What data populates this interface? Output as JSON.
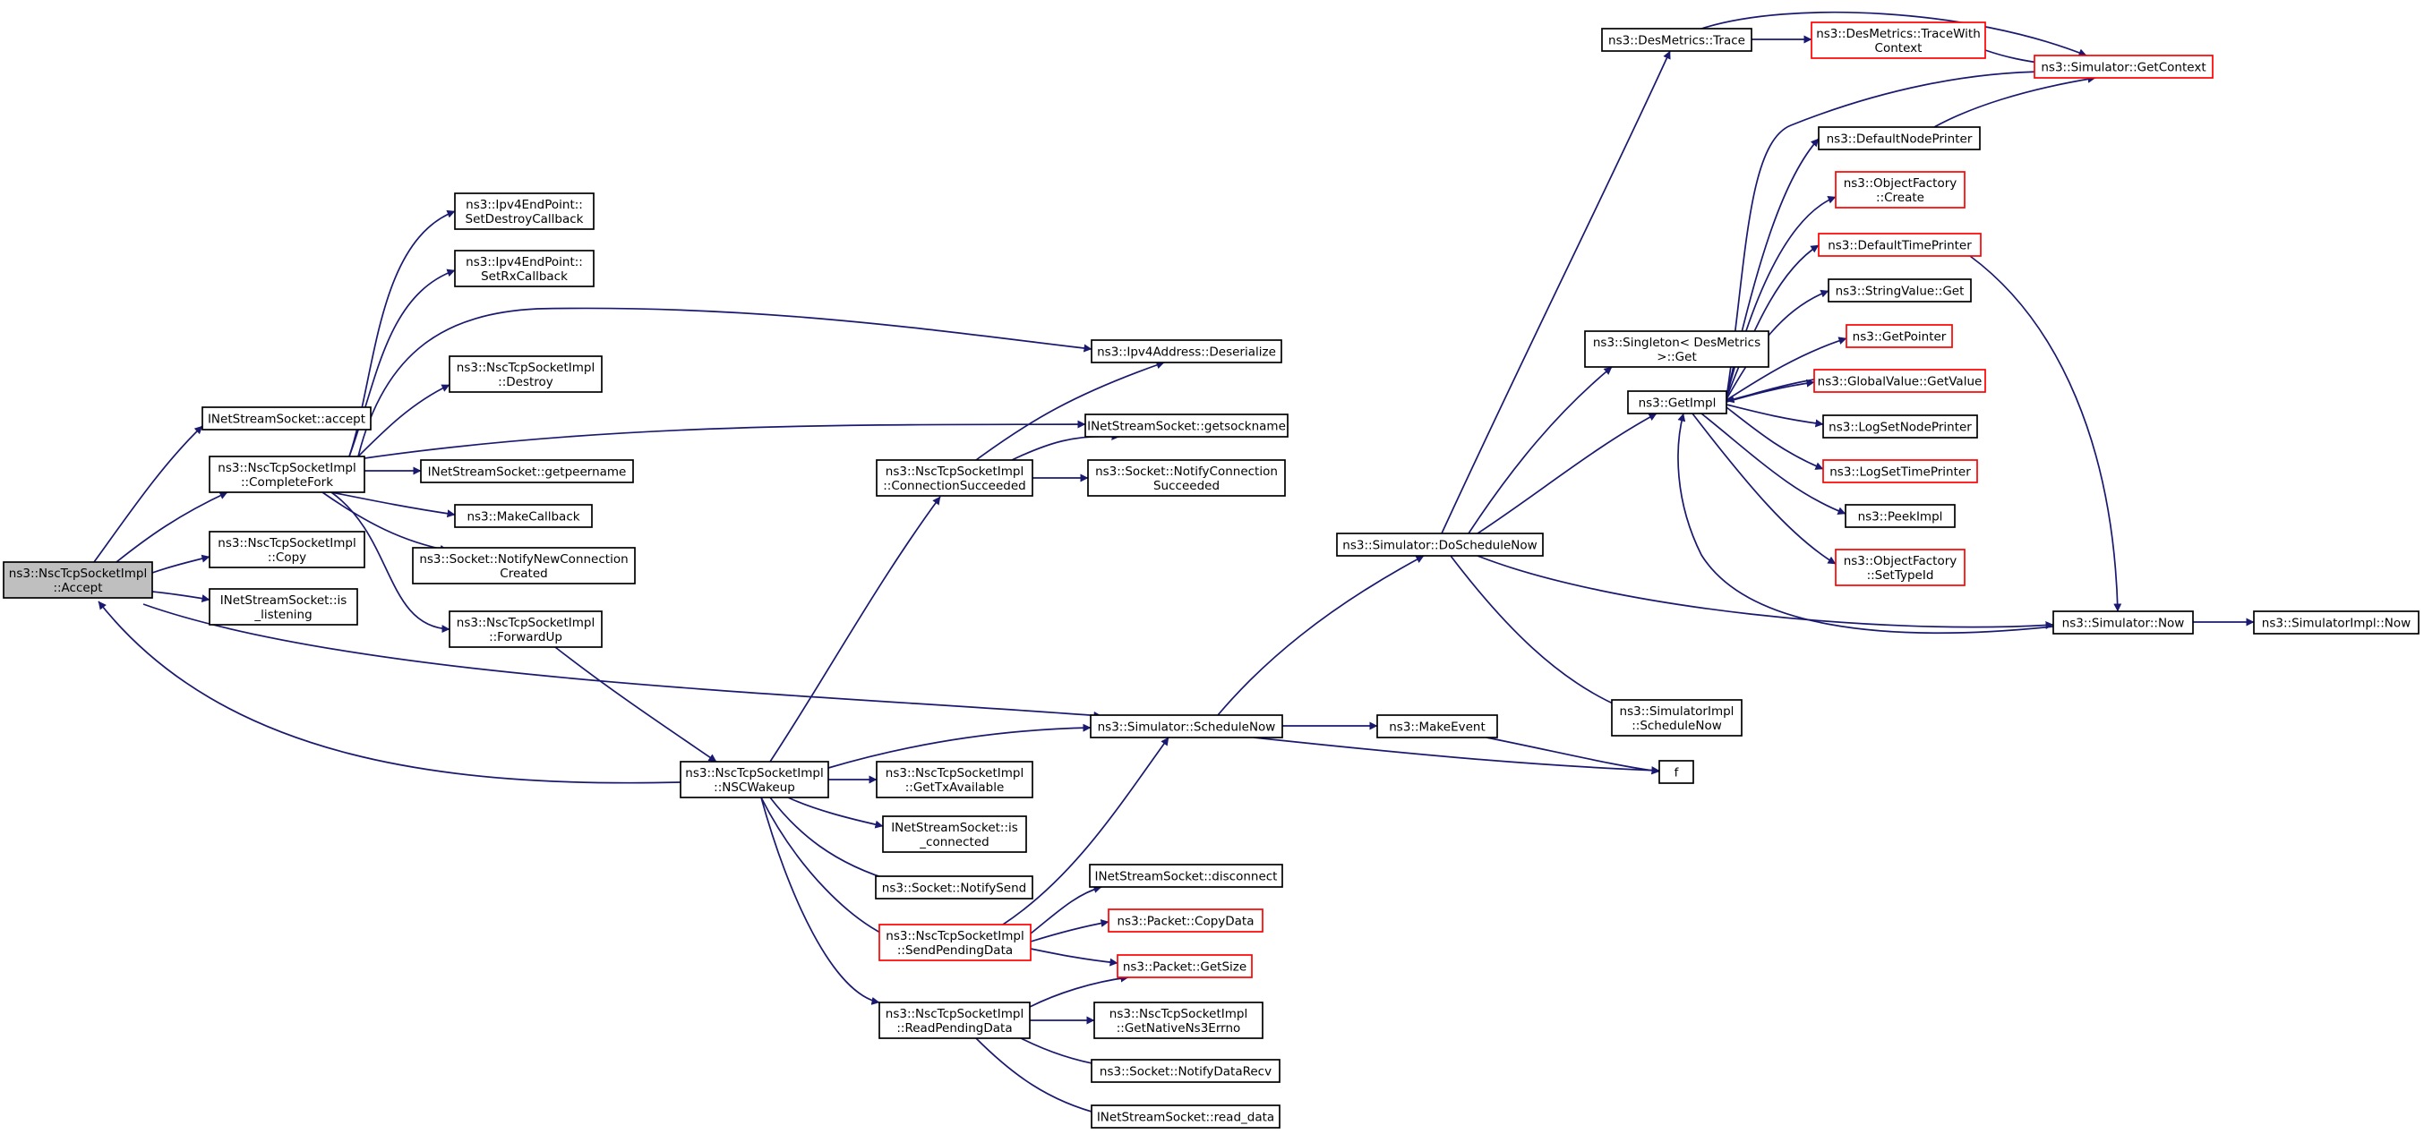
{
  "graph": {
    "edge_color": "#191970",
    "root_fill": "#bfbfbf",
    "truncated_border_color": "#ff0000",
    "nodes": [
      {
        "id": "accept_root",
        "lines": [
          "ns3::NscTcpSocketImpl",
          "::Accept"
        ],
        "style": "root"
      },
      {
        "id": "inet_accept",
        "lines": [
          "INetStreamSocket::accept"
        ]
      },
      {
        "id": "complete_fork",
        "lines": [
          "ns3::NscTcpSocketImpl",
          "::CompleteFork"
        ]
      },
      {
        "id": "copy",
        "lines": [
          "ns3::NscTcpSocketImpl",
          "::Copy"
        ]
      },
      {
        "id": "is_listening",
        "lines": [
          "INetStreamSocket::is",
          "_listening"
        ]
      },
      {
        "id": "set_destroy_cb",
        "lines": [
          "ns3::Ipv4EndPoint::",
          "SetDestroyCallback"
        ]
      },
      {
        "id": "set_rx_cb",
        "lines": [
          "ns3::Ipv4EndPoint::",
          "SetRxCallback"
        ]
      },
      {
        "id": "destroy",
        "lines": [
          "ns3::NscTcpSocketImpl",
          "::Destroy"
        ]
      },
      {
        "id": "getpeername",
        "lines": [
          "INetStreamSocket::getpeername"
        ]
      },
      {
        "id": "make_callback",
        "lines": [
          "ns3::MakeCallback"
        ]
      },
      {
        "id": "notify_new_conn",
        "lines": [
          "ns3::Socket::NotifyNewConnection",
          "Created"
        ]
      },
      {
        "id": "forward_up",
        "lines": [
          "ns3::NscTcpSocketImpl",
          "::ForwardUp"
        ]
      },
      {
        "id": "ipv4_deserialize",
        "lines": [
          "ns3::Ipv4Address::Deserialize"
        ]
      },
      {
        "id": "getsockname",
        "lines": [
          "INetStreamSocket::getsockname"
        ]
      },
      {
        "id": "conn_succeeded",
        "lines": [
          "ns3::NscTcpSocketImpl",
          "::ConnectionSucceeded"
        ]
      },
      {
        "id": "notify_conn_succeeded",
        "lines": [
          "ns3::Socket::NotifyConnection",
          "Succeeded"
        ]
      },
      {
        "id": "nsc_wakeup",
        "lines": [
          "ns3::NscTcpSocketImpl",
          "::NSCWakeup"
        ]
      },
      {
        "id": "get_tx_available",
        "lines": [
          "ns3::NscTcpSocketImpl",
          "::GetTxAvailable"
        ]
      },
      {
        "id": "is_connected",
        "lines": [
          "INetStreamSocket::is",
          "_connected"
        ]
      },
      {
        "id": "notify_send",
        "lines": [
          "ns3::Socket::NotifySend"
        ]
      },
      {
        "id": "send_pending",
        "lines": [
          "ns3::NscTcpSocketImpl",
          "::SendPendingData"
        ],
        "style": "red"
      },
      {
        "id": "read_pending",
        "lines": [
          "ns3::NscTcpSocketImpl",
          "::ReadPendingData"
        ]
      },
      {
        "id": "schedule_now",
        "lines": [
          "ns3::Simulator::ScheduleNow"
        ]
      },
      {
        "id": "disconnect",
        "lines": [
          "INetStreamSocket::disconnect"
        ]
      },
      {
        "id": "packet_copydata",
        "lines": [
          "ns3::Packet::CopyData"
        ],
        "style": "red"
      },
      {
        "id": "packet_getsize",
        "lines": [
          "ns3::Packet::GetSize"
        ],
        "style": "red"
      },
      {
        "id": "get_native_errno",
        "lines": [
          "ns3::NscTcpSocketImpl",
          "::GetNativeNs3Errno"
        ]
      },
      {
        "id": "notify_data_recv",
        "lines": [
          "ns3::Socket::NotifyDataRecv"
        ]
      },
      {
        "id": "read_data",
        "lines": [
          "INetStreamSocket::read_data"
        ]
      },
      {
        "id": "make_event",
        "lines": [
          "ns3::MakeEvent"
        ]
      },
      {
        "id": "f",
        "lines": [
          "f"
        ]
      },
      {
        "id": "do_schedule_now",
        "lines": [
          "ns3::Simulator::DoScheduleNow"
        ]
      },
      {
        "id": "des_trace",
        "lines": [
          "ns3::DesMetrics::Trace"
        ]
      },
      {
        "id": "singleton_get",
        "lines": [
          "ns3::Singleton< DesMetrics",
          ">::Get"
        ]
      },
      {
        "id": "get_impl",
        "lines": [
          "ns3::GetImpl"
        ]
      },
      {
        "id": "simimpl_schedule_now",
        "lines": [
          "ns3::SimulatorImpl",
          "::ScheduleNow"
        ]
      },
      {
        "id": "trace_with_context",
        "lines": [
          "ns3::DesMetrics::TraceWith",
          "Context"
        ],
        "style": "red"
      },
      {
        "id": "get_context",
        "lines": [
          "ns3::Simulator::GetContext"
        ],
        "style": "red"
      },
      {
        "id": "default_node_printer",
        "lines": [
          "ns3::DefaultNodePrinter"
        ]
      },
      {
        "id": "objfactory_create",
        "lines": [
          "ns3::ObjectFactory",
          "::Create"
        ],
        "style": "red"
      },
      {
        "id": "default_time_printer",
        "lines": [
          "ns3::DefaultTimePrinter"
        ],
        "style": "red"
      },
      {
        "id": "stringvalue_get",
        "lines": [
          "ns3::StringValue::Get"
        ]
      },
      {
        "id": "get_pointer",
        "lines": [
          "ns3::GetPointer"
        ],
        "style": "red"
      },
      {
        "id": "globalvalue_getvalue",
        "lines": [
          "ns3::GlobalValue::GetValue"
        ],
        "style": "red"
      },
      {
        "id": "log_set_node_printer",
        "lines": [
          "ns3::LogSetNodePrinter"
        ]
      },
      {
        "id": "log_set_time_printer",
        "lines": [
          "ns3::LogSetTimePrinter"
        ],
        "style": "red"
      },
      {
        "id": "peek_impl",
        "lines": [
          "ns3::PeekImpl"
        ]
      },
      {
        "id": "objfactory_settypeid",
        "lines": [
          "ns3::ObjectFactory",
          "::SetTypeId"
        ],
        "style": "red"
      },
      {
        "id": "simulator_now",
        "lines": [
          "ns3::Simulator::Now"
        ]
      },
      {
        "id": "simimpl_now",
        "lines": [
          "ns3::SimulatorImpl::Now"
        ]
      }
    ]
  }
}
